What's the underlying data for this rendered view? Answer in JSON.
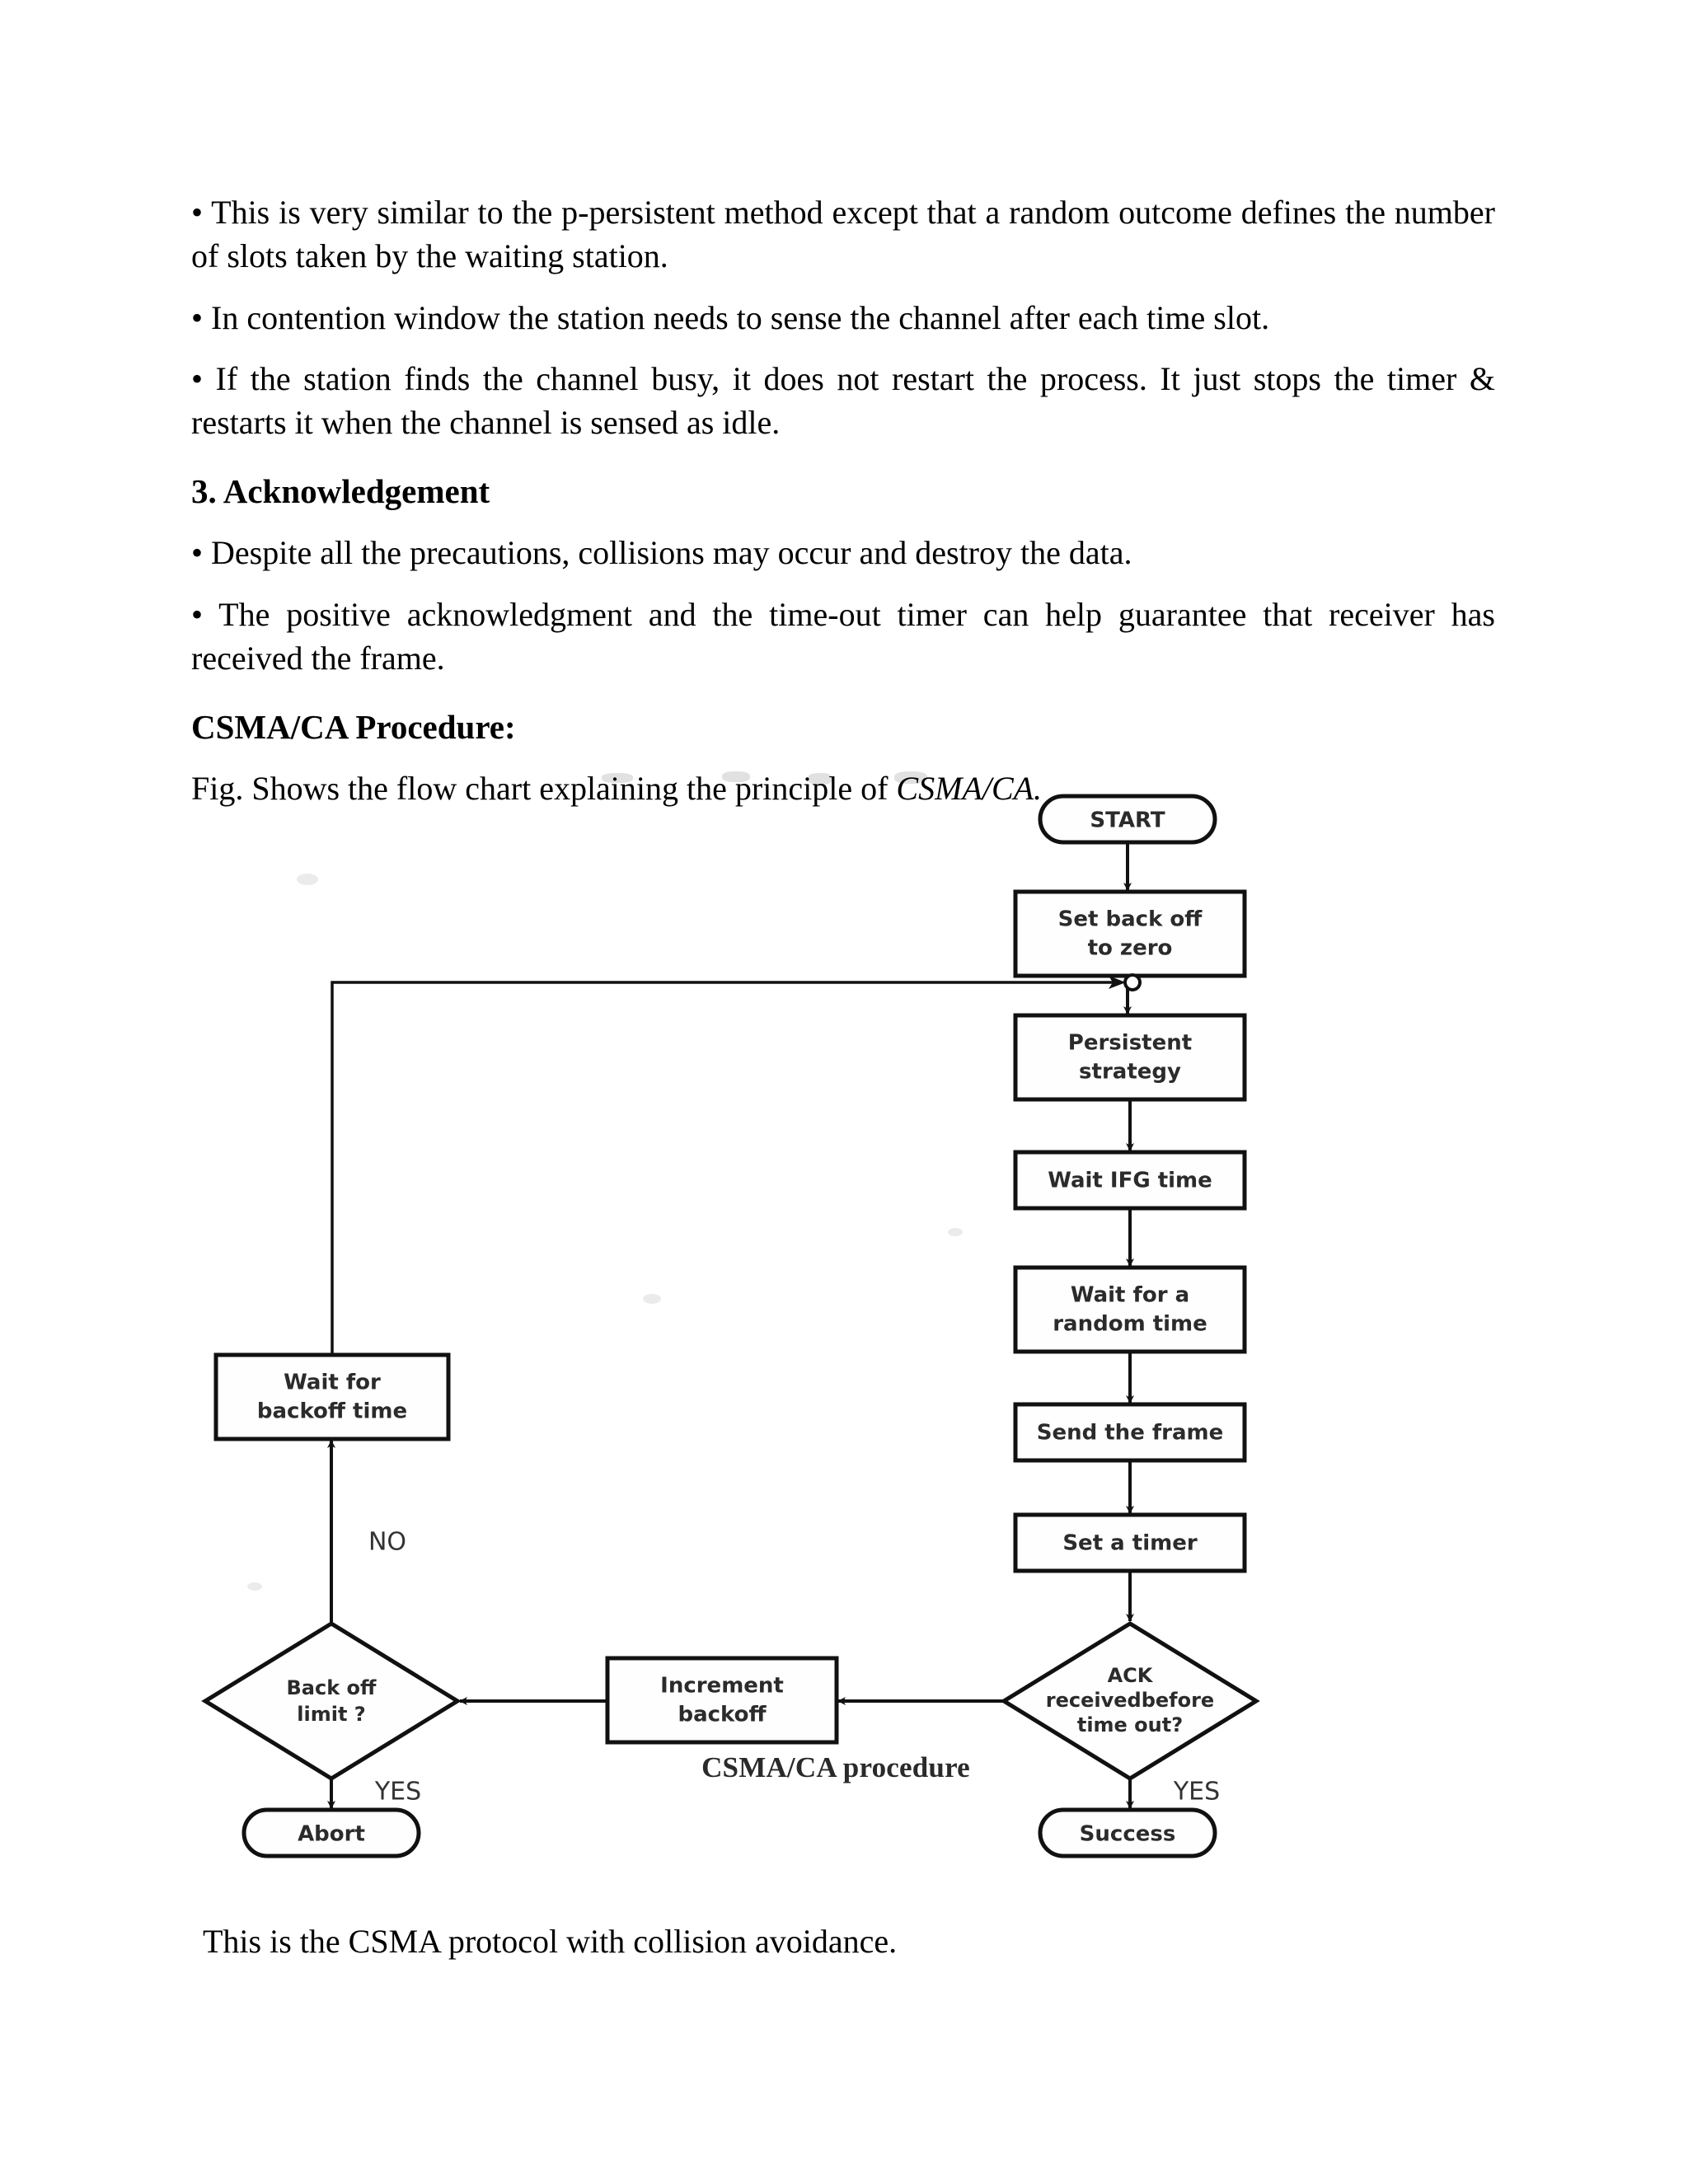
{
  "document": {
    "body_paragraphs": [
      "• This is very similar to the p-persistent method except that a random outcome defines the number of slots taken by the waiting station.",
      "• In contention window the station needs to sense the channel after each time slot.",
      "• If the station finds the channel busy, it does not restart the process. It just stops the timer & restarts it when the channel is sensed as idle."
    ],
    "section_heading": "3. Acknowledgement",
    "section_paragraphs": [
      "• Despite all the precautions, collisions may occur and destroy the data.",
      "• The positive acknowledgment and the time-out timer can help guarantee that receiver has received the frame."
    ],
    "procedure_heading": "CSMA/CA Procedure:",
    "figure_intro_prefix": "Fig. Shows the flow chart explaining the principle of ",
    "figure_intro_italic": "CSMA/CA.",
    "figure_caption": "CSMA/CA procedure",
    "closing_line": "This is the CSMA protocol with collision avoidance."
  },
  "chart_data": {
    "type": "diagram",
    "title": "CSMA/CA procedure",
    "nodes": [
      {
        "id": "start",
        "shape": "terminator",
        "label": "START"
      },
      {
        "id": "setbackoff",
        "shape": "process",
        "label_line1": "Set back off",
        "label_line2": "to zero"
      },
      {
        "id": "persistent",
        "shape": "process",
        "label_line1": "Persistent",
        "label_line2": "strategy"
      },
      {
        "id": "waitifg",
        "shape": "process",
        "label_line1": "Wait IFG time"
      },
      {
        "id": "waitrandom",
        "shape": "process",
        "label_line1": "Wait for a",
        "label_line2": "random time"
      },
      {
        "id": "sendframe",
        "shape": "process",
        "label_line1": "Send the frame"
      },
      {
        "id": "settimer",
        "shape": "process",
        "label_line1": "Set a timer"
      },
      {
        "id": "ack",
        "shape": "decision",
        "label_line1": "ACK",
        "label_line2": "receivedbefore",
        "label_line3": "time out?"
      },
      {
        "id": "success",
        "shape": "terminator",
        "label": "Success"
      },
      {
        "id": "increment",
        "shape": "process",
        "label_line1": "Increment",
        "label_line2": "backoff"
      },
      {
        "id": "backofflimit",
        "shape": "decision",
        "label_line1": "Back off",
        "label_line2": "limit ?"
      },
      {
        "id": "waitbackoff",
        "shape": "process",
        "label_line1": "Wait for",
        "label_line2": "backoff time"
      },
      {
        "id": "abort",
        "shape": "terminator",
        "label": "Abort"
      }
    ],
    "edges": [
      {
        "from": "start",
        "to": "setbackoff",
        "label": ""
      },
      {
        "from": "setbackoff",
        "to": "persistent",
        "label": ""
      },
      {
        "from": "persistent",
        "to": "waitifg",
        "label": ""
      },
      {
        "from": "waitifg",
        "to": "waitrandom",
        "label": ""
      },
      {
        "from": "waitrandom",
        "to": "sendframe",
        "label": ""
      },
      {
        "from": "sendframe",
        "to": "settimer",
        "label": ""
      },
      {
        "from": "settimer",
        "to": "ack",
        "label": ""
      },
      {
        "from": "ack",
        "to": "success",
        "label": "YES"
      },
      {
        "from": "ack",
        "to": "increment",
        "label": ""
      },
      {
        "from": "increment",
        "to": "backofflimit",
        "label": ""
      },
      {
        "from": "backofflimit",
        "to": "abort",
        "label": "YES"
      },
      {
        "from": "backofflimit",
        "to": "waitbackoff",
        "label": "NO"
      },
      {
        "from": "waitbackoff",
        "to": "persistent",
        "label": ""
      }
    ],
    "branch_labels": {
      "ack_yes": "YES",
      "limit_yes": "YES",
      "limit_no": "NO"
    }
  },
  "colors": {
    "page_bg": "#ffffff",
    "text": "#000000",
    "diagram_stroke": "#111111",
    "diagram_text": "#2b2b2b"
  }
}
